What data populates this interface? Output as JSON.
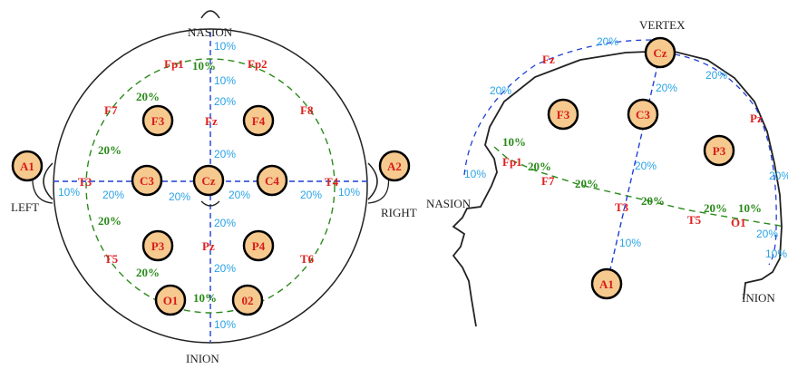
{
  "colors": {
    "electrode_fill": "#f6c98e",
    "electrode_stroke": "#000000",
    "label_red": "#e02020",
    "percent_green": "#2a8a1a",
    "percent_blue": "#2aa3e6",
    "line_blue": "#1f3fd6",
    "line_green": "#2a8a1a"
  },
  "top_view": {
    "landmarks": {
      "nasion": "NASION",
      "inion": "INION",
      "left": "LEFT",
      "right": "RIGHT"
    },
    "electrodes": [
      "A1",
      "A2",
      "F3",
      "F4",
      "C3",
      "Cz",
      "C4",
      "P3",
      "P4",
      "O1",
      "02"
    ],
    "red_labels": [
      "Fp1",
      "Fp2",
      "F7",
      "F8",
      "Fz",
      "T3",
      "T4",
      "Pz",
      "T5",
      "T6"
    ],
    "green_percents": [
      "10%",
      "20%",
      "20%",
      "20%",
      "20%",
      "10%"
    ],
    "blue_percents": [
      "10%",
      "20%",
      "20%",
      "20%",
      "20%",
      "10%",
      "20%",
      "20%",
      "20%",
      "20%",
      "10%",
      "10%",
      "10%"
    ]
  },
  "side_view": {
    "landmarks": {
      "vertex": "VERTEX",
      "nasion": "NASION",
      "inion": "INION"
    },
    "electrodes": [
      "Cz",
      "F3",
      "C3",
      "P3",
      "A1"
    ],
    "red_labels": [
      "Fz",
      "Pz",
      "Fp1",
      "F7",
      "T3",
      "T5",
      "O1"
    ],
    "green_percents": [
      "10%",
      "20%",
      "20%",
      "20%",
      "20%",
      "10%"
    ],
    "blue_percents": [
      "20%",
      "20%",
      "20%",
      "20%",
      "20%",
      "20%",
      "20%",
      "10%",
      "10%",
      "10%"
    ]
  }
}
